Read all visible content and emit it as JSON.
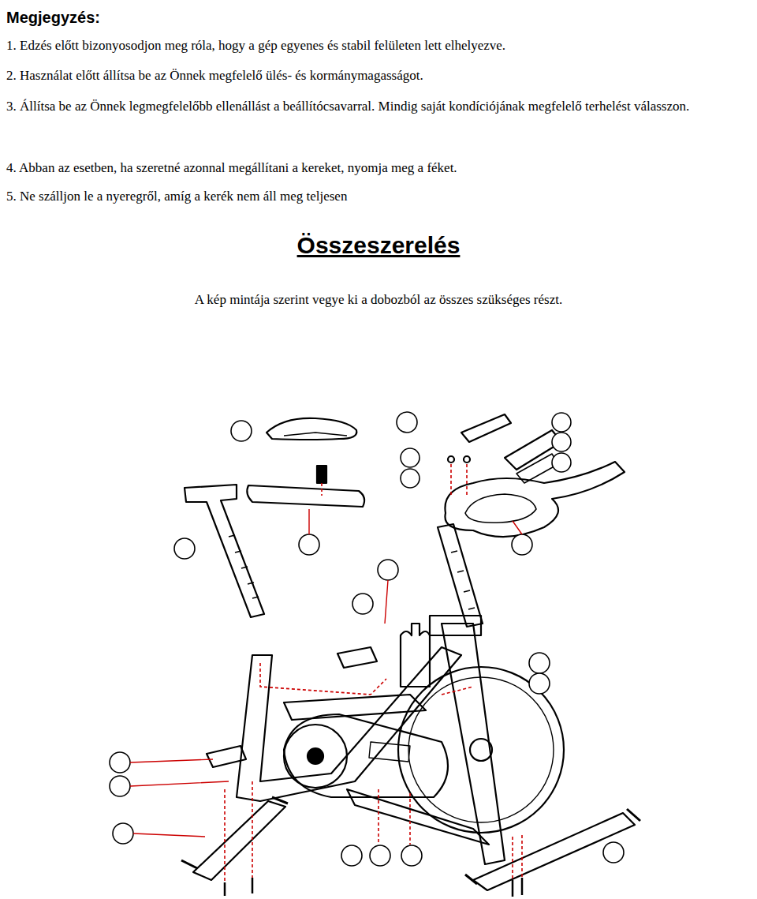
{
  "diagram": {
    "title": "Összeszerelés",
    "caption": "A kép mintája szerint vegye ki a dobozból az összes szükséges részt.",
    "labels": [
      "Megjegyzés:",
      "1. Edzés előtt bizonyosodjon meg róla, hogy a gép egyenes és stabil felületen lett elhelyezve.",
      "2. Használat előtt állítsa be az Önnek megfelelő ülés- és kormánymagasságot.",
      "3. Állítsa be az Önnek legmegfelelőbb ellenállást a beállítócsavarral. Mindig saját kondíciójának megfelelő terhelést válasszon.",
      "4. Abban az esetben, ha szeretné azonnal megállítani a kereket, nyomja meg a féket.",
      "5. Ne szálljon le a nyeregről, amíg a kerék nem áll meg teljesen"
    ]
  }
}
